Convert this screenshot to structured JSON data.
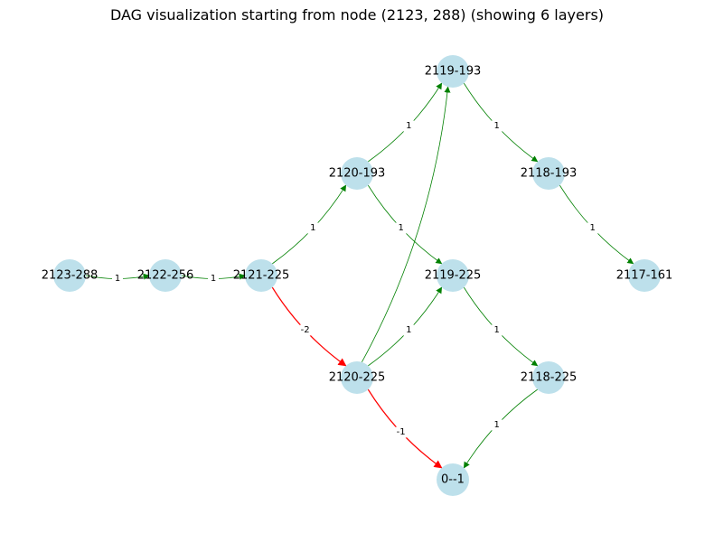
{
  "title": "DAG visualization starting from node (2123, 288) (showing 6 layers)",
  "colors": {
    "node": "#add8e6",
    "positive_edge": "#008000",
    "negative_edge": "#ff0000"
  },
  "nodes": [
    {
      "id": "2123-288",
      "label": "2123-288",
      "layer": 0,
      "row": 0
    },
    {
      "id": "2122-256",
      "label": "2122-256",
      "layer": 1,
      "row": 0
    },
    {
      "id": "2121-225",
      "label": "2121-225",
      "layer": 2,
      "row": 0
    },
    {
      "id": "2120-193",
      "label": "2120-193",
      "layer": 3,
      "row": -1
    },
    {
      "id": "2120-225",
      "label": "2120-225",
      "layer": 3,
      "row": 1
    },
    {
      "id": "2119-193",
      "label": "2119-193",
      "layer": 4,
      "row": -2
    },
    {
      "id": "2119-225",
      "label": "2119-225",
      "layer": 4,
      "row": 0
    },
    {
      "id": "0--1",
      "label": "0--1",
      "layer": 4,
      "row": 2
    },
    {
      "id": "2118-193",
      "label": "2118-193",
      "layer": 5,
      "row": -1
    },
    {
      "id": "2118-225",
      "label": "2118-225",
      "layer": 5,
      "row": 1
    },
    {
      "id": "2117-161",
      "label": "2117-161",
      "layer": 6,
      "row": 0
    }
  ],
  "edges": [
    {
      "from": "2123-288",
      "to": "2122-256",
      "weight": "1"
    },
    {
      "from": "2122-256",
      "to": "2121-225",
      "weight": "1"
    },
    {
      "from": "2121-225",
      "to": "2120-193",
      "weight": "1"
    },
    {
      "from": "2121-225",
      "to": "2120-225",
      "weight": "-2"
    },
    {
      "from": "2120-193",
      "to": "2119-193",
      "weight": "1"
    },
    {
      "from": "2120-193",
      "to": "2119-225",
      "weight": "1"
    },
    {
      "from": "2120-225",
      "to": "2119-193",
      "weight": ""
    },
    {
      "from": "2120-225",
      "to": "2119-225",
      "weight": "1"
    },
    {
      "from": "2120-225",
      "to": "0--1",
      "weight": "-1"
    },
    {
      "from": "2119-193",
      "to": "2118-193",
      "weight": "1"
    },
    {
      "from": "2119-225",
      "to": "2118-225",
      "weight": "1"
    },
    {
      "from": "2118-225",
      "to": "0--1",
      "weight": "1"
    },
    {
      "from": "2118-193",
      "to": "2117-161",
      "weight": "1"
    }
  ]
}
